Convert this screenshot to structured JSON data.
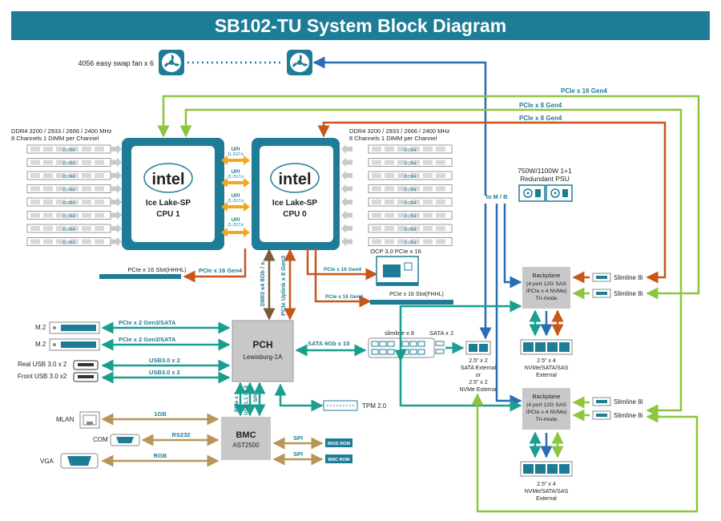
{
  "title": "SB102-TU System Block Diagram",
  "fans": {
    "label": "4056 easy swap fan x 6"
  },
  "memory": {
    "left_line1": "DDR4 3200 / 2933 / 2666 / 2400 MHz",
    "left_line2": "8 Channels 1 DIMM per Channel",
    "right_line1": "DDR4 3200 / 2933 / 2666 / 2400 MHz",
    "right_line2": "8 Channels 1 DIMM per Channel",
    "dimm_label": "DDR4"
  },
  "cpu1": {
    "brand": "intel",
    "line1": "Ice Lake-SP",
    "line2": "CPU 1"
  },
  "cpu0": {
    "brand": "intel",
    "line1": "Ice Lake-SP",
    "line2": "CPU 0"
  },
  "upi": {
    "label": "UPI",
    "speed": "11.2GT/s"
  },
  "top_links": {
    "l1": "PCIe x 16 Gen4",
    "l2": "PCIe x 8 Gen4",
    "l3": "PCIe x 8 Gen4"
  },
  "psu": {
    "line1": "750W/1100W 1+1",
    "line2": "Redundant PSU"
  },
  "to_mb": "to M / B",
  "slots": {
    "hhhl": "PCIe x 16 Slot(HHHL)",
    "hhhl_link": "PCIe x 16 Gen4",
    "ocp": "OCP 3.0 PCIe x 16",
    "ocp_link": "PCIe x 16 Gen4",
    "fhhl": "PCIe x 16 Slot(FHHL)",
    "fhhl_link": "PCIe x 16 Gen4"
  },
  "dmi": {
    "l1": "DMI3 x4 8Gb / s",
    "l2": "PCIe Uplink x 8 Gen3"
  },
  "pch": {
    "title": "PCH",
    "sub": "Lewisburg-1A"
  },
  "m2": {
    "label1": "M.2",
    "label2": "M.2",
    "link1": "PCIe x 2 Gen3/SATA",
    "link2": "PCIe x 2 Gen3/SATA"
  },
  "usb": {
    "rear": "Real USB 3.0 x 2",
    "front": "Front USB 3.0 x2",
    "link1": "USB3.0 x 2",
    "link2": "USB3.0 x 2"
  },
  "sata": {
    "link": "SATA 6Gb x 10",
    "slimline": "slimline x 8",
    "satax2": "SATA x 2"
  },
  "ext": {
    "l1": "2.5\" x 2",
    "l2": "SATA External",
    "l3": "or",
    "l4": "2.5\" x 2",
    "l5": "NVMe External"
  },
  "backplane1": {
    "l1": "Backplane",
    "l2": "(4 port 12G SAS",
    "l3": "/PCIe x 4 NVMe)",
    "l4": "Tri-mode"
  },
  "backplane2": {
    "l1": "Backplane",
    "l2": "(4 port 12G SAS",
    "l3": "/PCIe x 4 NVMe)",
    "l4": "Tri-mode"
  },
  "slimline8i": {
    "a": "Slimline 8i",
    "b": "Slimline 8i",
    "c": "Slimline 8i",
    "d": "Slimline 8i"
  },
  "drives1": {
    "l1": "2.5\" x 4",
    "l2": "NVMe/SATA/SAS",
    "l3": "External"
  },
  "drives2": {
    "l1": "2.5\" x 4",
    "l2": "NVMe/SATA/SAS",
    "l3": "External"
  },
  "bmc": {
    "title": "BMC",
    "sub": "AST2500"
  },
  "bmc_links": {
    "pcie": "PCIe x 1",
    "usb": "USB1.1 / 2.0",
    "spi": "SPI"
  },
  "tpm": "TPM 2.0",
  "mgmt": {
    "mlan": "MLAN",
    "com": "COM",
    "vga": "VGA",
    "mlan_link": "1GB",
    "com_link": "RS232",
    "vga_link": "RGB",
    "spi1": "SPI",
    "spi2": "SPI",
    "bios": "BIOS ROM",
    "bmcrom": "BMC ROM"
  },
  "colors": {
    "teal": "#1a9e8f",
    "orange": "#c8551a",
    "green": "#8cc63f",
    "blue": "#2a6db5",
    "tan": "#b9955a",
    "brown": "#7a5a3a",
    "gold": "#f0a820"
  }
}
